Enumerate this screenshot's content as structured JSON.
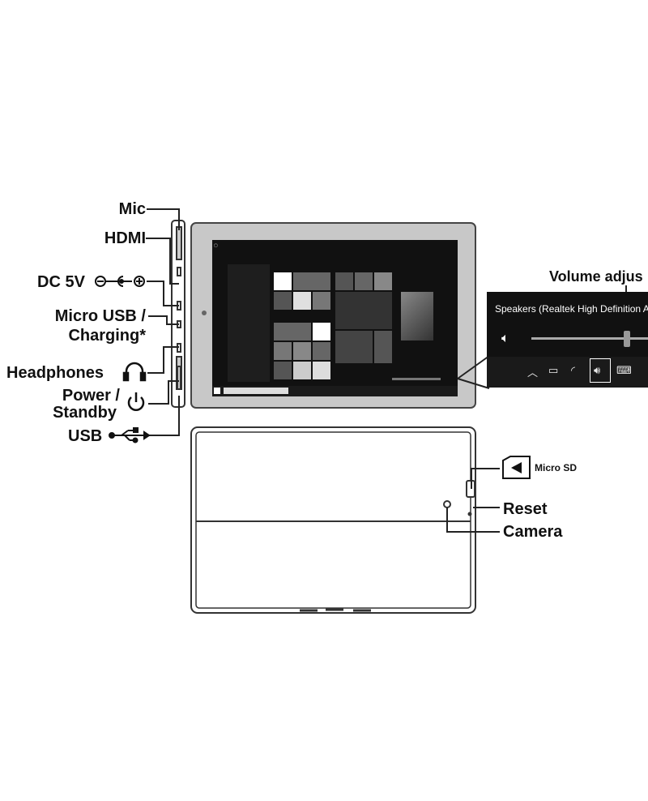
{
  "labels": {
    "mic": "Mic",
    "hdmi": "HDMI",
    "dc": "DC 5V",
    "micro_usb_line1": "Micro USB /",
    "micro_usb_line2": "Charging*",
    "headphones": "Headphones",
    "power_line1": "Power /",
    "power_line2": "Standby",
    "usb": "USB",
    "micro_sd": "Micro SD",
    "reset": "Reset",
    "camera": "Camera",
    "volume": "Volume adjus"
  },
  "popup": {
    "title": "Speakers (Realtek High Definition Au",
    "speaker_icon": "speaker-icon"
  },
  "icons": [
    "dc-polarity-icon",
    "headphones-icon",
    "power-icon",
    "usb-icon",
    "micro-sd-card-icon",
    "speaker-icon",
    "wifi-icon",
    "battery-icon",
    "keyboard-icon"
  ]
}
